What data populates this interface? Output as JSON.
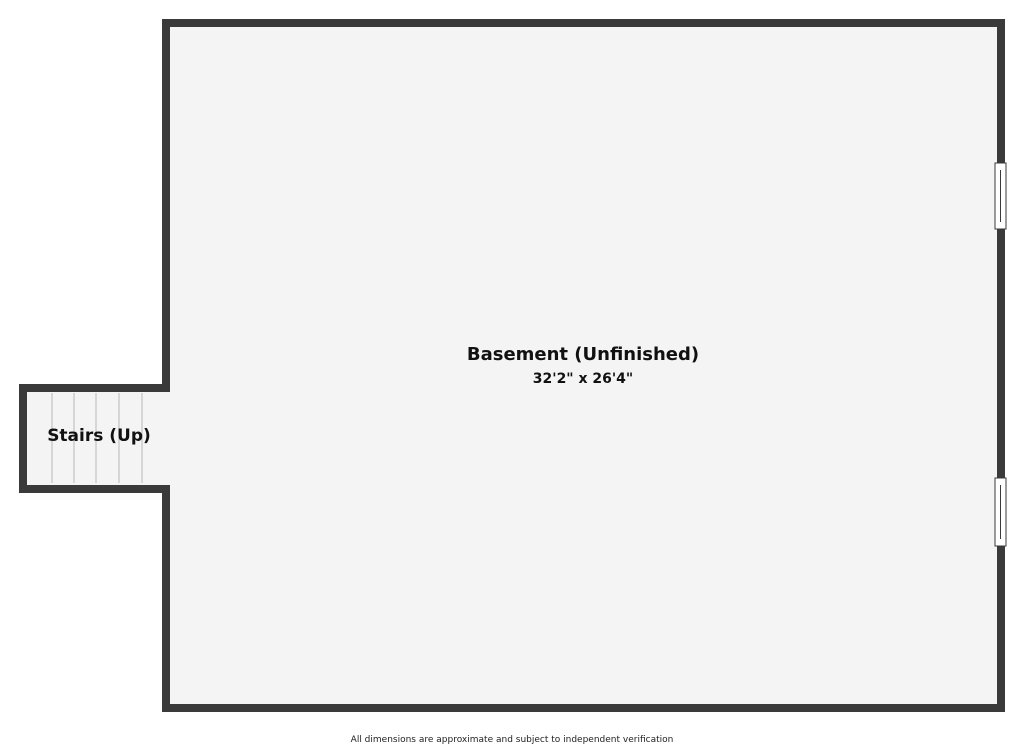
{
  "rooms": {
    "basement": {
      "name": "Basement (Unfinished)",
      "dimensions": "32'2\" x 26'4\""
    },
    "stairs": {
      "name": "Stairs (Up)"
    }
  },
  "footer": {
    "disclaimer": "All dimensions are approximate and subject to independent verification"
  },
  "colors": {
    "wall": "#3a3a3a",
    "floor": "#f4f4f4",
    "background": "#ffffff"
  }
}
